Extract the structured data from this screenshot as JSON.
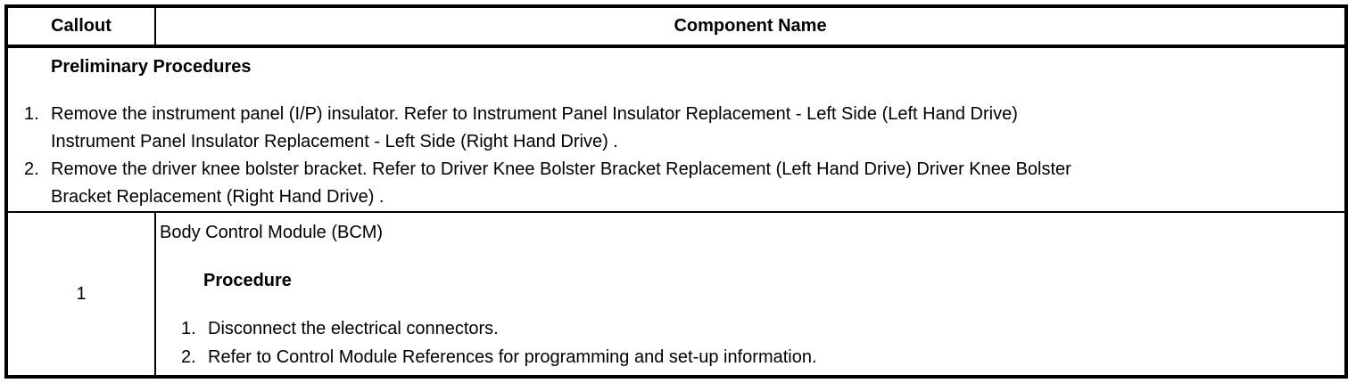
{
  "colors": {
    "border": "#000000",
    "text": "#000000",
    "background": "#ffffff"
  },
  "table": {
    "header": {
      "callout_label": "Callout",
      "component_name_label": "Component Name"
    },
    "preliminary": {
      "title": "Preliminary Procedures",
      "steps": [
        {
          "num": "1.",
          "text": "Remove the instrument panel (I/P) insulator. Refer to Instrument Panel Insulator Replacement - Left Side (Left Hand Drive)\nInstrument Panel Insulator Replacement - Left Side (Right Hand Drive) ."
        },
        {
          "num": "2.",
          "text": "Remove the driver knee bolster bracket. Refer to Driver Knee Bolster Bracket Replacement (Left Hand Drive) Driver Knee Bolster\nBracket Replacement (Right Hand Drive) ."
        }
      ]
    },
    "rows": [
      {
        "callout": "1",
        "component_name": "Body Control Module (BCM)",
        "procedure_title": "Procedure",
        "steps": [
          {
            "num": "1.",
            "text": "Disconnect the electrical connectors."
          },
          {
            "num": "2.",
            "text": "Refer to Control Module References for programming and set-up information."
          }
        ]
      }
    ]
  }
}
